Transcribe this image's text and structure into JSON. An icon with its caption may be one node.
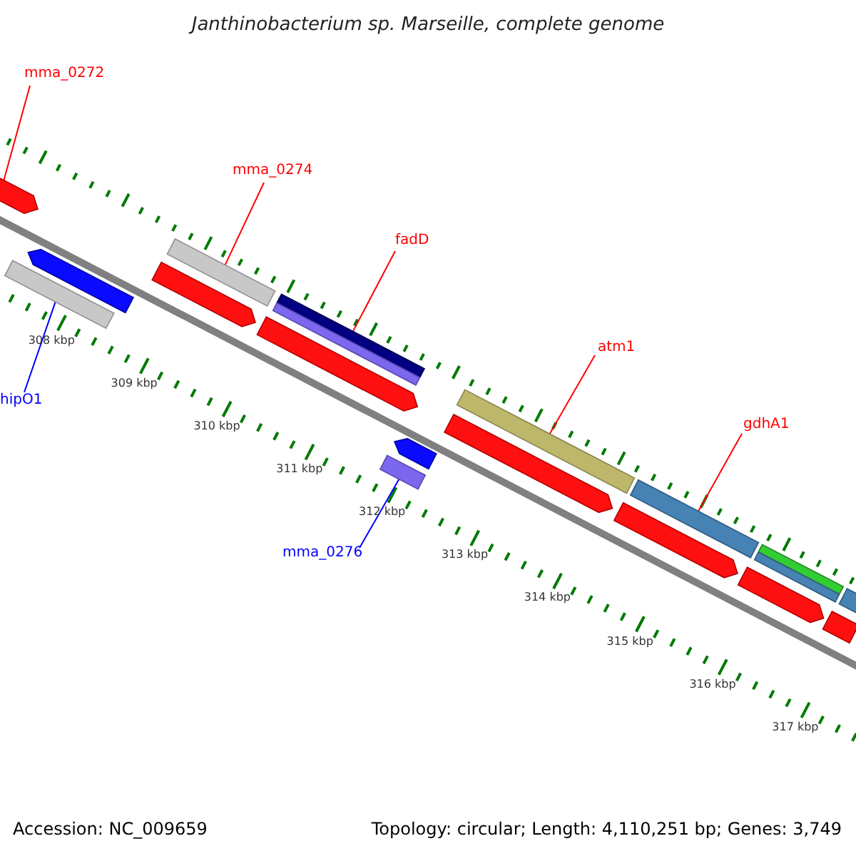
{
  "diagram": {
    "title": "Janthinobacterium sp. Marseille, complete genome",
    "nodes": [
      {
        "text": [
          "mma_0272"
        ]
      },
      {
        "text": [],
        "shape": "bar"
      },
      {
        "text": [
          "mma_0274"
        ]
      },
      {
        "text": [],
        "shape": "bar"
      },
      {
        "text": [
          "fadD"
        ]
      },
      {
        "text": [],
        "shape": "bar"
      },
      {
        "text": [
          "atm1"
        ]
      },
      {
        "text": [],
        "shape": "bar"
      },
      {
        "text": [
          "gdhA1"
        ]
      },
      {
        "text": [],
        "shape": "bar"
      },
      {
        "text": [
          "hipO1"
        ]
      },
      {
        "text": [],
        "shape": "bar"
      },
      {
        "text": [
          "mma_0276"
        ]
      },
      {
        "text": [],
        "shape": "bar"
      },
      {
        "text": [],
        "shape": "bar"
      },
      {
        "text": [],
        "shape": "bar"
      },
      {
        "text": [],
        "shape": "bar"
      },
      {
        "text": [],
        "shape": "bar"
      },
      {
        "text": [],
        "shape": "bar"
      },
      {
        "text": [],
        "shape": "bar"
      },
      {
        "text": [],
        "shape": "bar"
      },
      {
        "text": [],
        "shape": "bar"
      },
      {
        "text": [],
        "shape": "bar"
      },
      {
        "text": [],
        "shape": "bar"
      }
    ],
    "edges": [
      {
        "from": 0,
        "to": 1,
        "arrow": "none"
      },
      {
        "from": 2,
        "to": 3,
        "arrow": "none"
      },
      {
        "from": 4,
        "to": 5,
        "arrow": "none"
      },
      {
        "from": 6,
        "to": 7,
        "arrow": "none"
      },
      {
        "from": 8,
        "to": 9,
        "arrow": "none"
      },
      {
        "from": 10,
        "to": 14,
        "arrow": "none",
        "color": "#0000ff"
      },
      {
        "from": 12,
        "to": 13,
        "arrow": "none",
        "color": "#0000ff"
      }
    ],
    "labels": [
      "308 kbp",
      "309 kbp",
      "310 kbp",
      "311 kbp",
      "312 kbp",
      "313 kbp",
      "314 kbp",
      "315 kbp",
      "316 kbp",
      "317 kbp",
      "Accession: NC_009659",
      "Topology: circular; Length: 4,110,251 bp; Genes: 3,749"
    ]
  }
}
